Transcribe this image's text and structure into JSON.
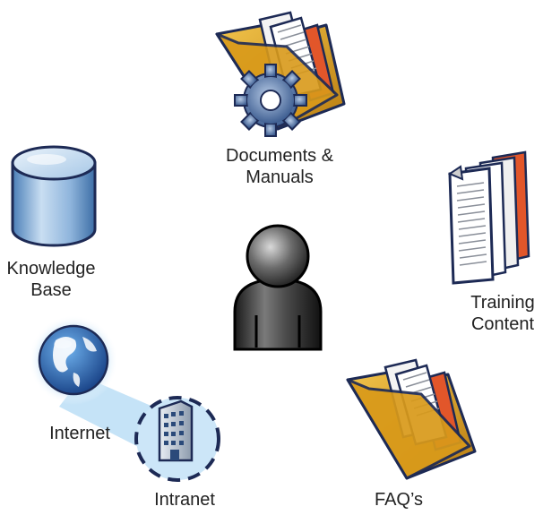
{
  "diagram": {
    "center": {
      "icon": "user-icon"
    },
    "nodes": [
      {
        "id": "documents",
        "icon": "folder-gear-icon",
        "label_lines": [
          "Documents &",
          "Manuals"
        ]
      },
      {
        "id": "knowledge",
        "icon": "database-icon",
        "label_lines": [
          "Knowledge",
          "Base"
        ]
      },
      {
        "id": "training",
        "icon": "documents-stack-icon",
        "label_lines": [
          "Training",
          "Content"
        ]
      },
      {
        "id": "internet",
        "icon": "globe-icon",
        "label_lines": [
          "Internet"
        ]
      },
      {
        "id": "intranet",
        "icon": "office-building-icon",
        "label_lines": [
          "Intranet"
        ]
      },
      {
        "id": "faq",
        "icon": "folder-documents-icon",
        "label_lines": [
          "FAQ’s"
        ]
      }
    ]
  },
  "colors": {
    "folder_fill": "#e3a61c",
    "folder_outline": "#1d2a55",
    "doc_accent": "#e2562a",
    "gear": "#5c7fb1",
    "globe": "#2a6fc0",
    "database": "#9fc2e4",
    "user": "#2b2b2b"
  }
}
